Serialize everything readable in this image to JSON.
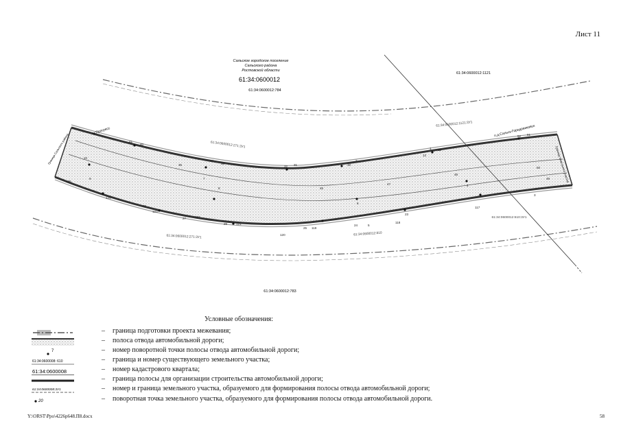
{
  "sheet_label": "Лист 11",
  "settlement_label": [
    "Сальское городское поселение",
    "Сальского района",
    "Ростовской области"
  ],
  "quarter_main": "61:34:0600012",
  "parcels": {
    "p784": "61:34:0600012:784",
    "p1121": "61:34:0600012:1121",
    "p783": "61:34:0600012:783",
    "p272": "61:34:0600012:271:3У1",
    "p1121b": "61:34:0600012:1121:3У1",
    "pright": "61:34:0600012:610:3У1",
    "pleft": "61:34:0600012:271:3У1",
    "pbottom": "61:34:0600012:810"
  },
  "road_labels": {
    "left": "м.Прогресс",
    "right": "п.д.Сальск-Городовиковск"
  },
  "side_left": "Граница Сальского района",
  "side_right": "Граница земельного участка",
  "point_numbers": [
    "41",
    "40",
    "35",
    "34",
    "33",
    "32",
    "31",
    "30",
    "2",
    "1",
    "125",
    "124",
    "123",
    "122",
    "121",
    "120",
    "119",
    "118",
    "117",
    "27",
    "26",
    "25",
    "24",
    "23",
    "22",
    "8",
    "7",
    "6",
    "5",
    "4",
    "3",
    "12",
    "11",
    "10",
    "9",
    "52",
    "51",
    "50",
    "49",
    "48",
    "47",
    "46"
  ],
  "legend_title": "Условные обозначения:",
  "legend": [
    {
      "text": "граница подготовки проекта межевания;",
      "sym_text": ""
    },
    {
      "text": "полоса отвода автомобильной дороги;",
      "sym_text": ""
    },
    {
      "text": "номер поворотной точки  полосы отвода автомобильной дороги;",
      "sym_text": "7"
    },
    {
      "text": "граница и номер существующего земельного участка;",
      "sym_text": "61:34:0600008: 610"
    },
    {
      "text": "номер кадастрового квартала;",
      "sym_text": "61:34:0600008"
    },
    {
      "text": "граница полосы для организации строительства автомобильной дороги;",
      "sym_text": ""
    },
    {
      "text": "номер и граница земельного участка, образуемого для формирования полосы отвода автомобильной дороги;",
      "sym_text": "61:34:0600008:3У1"
    },
    {
      "text": "поворотная точка земельного участка, образуемого для формирования полосы отвода автомобильной дороги.",
      "sym_text": "20"
    }
  ],
  "legend_dash": "–",
  "footer_path": "Y:\\ORST\\Ppo\\4226р648.П8.docx",
  "page_number": "58"
}
